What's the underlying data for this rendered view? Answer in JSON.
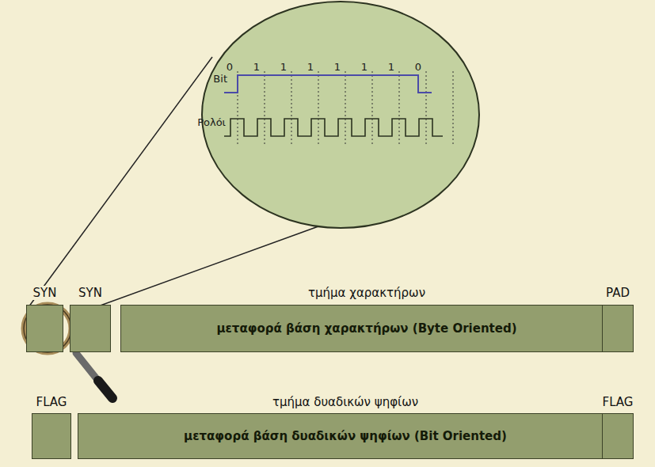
{
  "diagram": {
    "nodes": [
      {
        "text": [
          "SYN"
        ]
      },
      {
        "text": [
          "SYN"
        ]
      },
      {
        "text": [
          "τμήμα χαρακτήρων",
          "μεταφορά βάση χαρακτήρων (Byte Oriented)"
        ]
      },
      {
        "text": [
          "PAD"
        ]
      },
      {
        "text": [
          "FLAG"
        ]
      },
      {
        "text": [
          "τμήμα δυαδικών ψηφίων",
          "μεταφορά βάση δυαδικών ψηφίων (Bit Oriented)"
        ]
      },
      {
        "text": [
          "FLAG"
        ]
      }
    ],
    "labels": [
      "0",
      "1",
      "1",
      "1",
      "1",
      "1",
      "1",
      "0",
      "Bit",
      "Ρολόι"
    ]
  }
}
